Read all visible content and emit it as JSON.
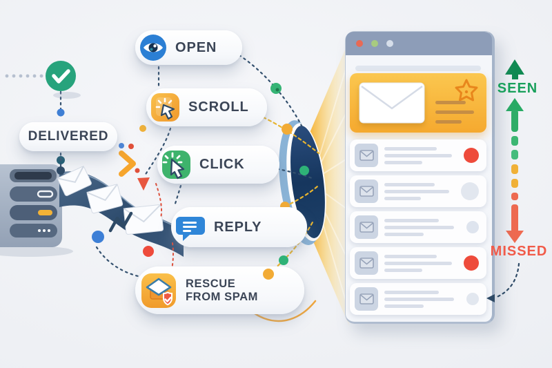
{
  "title": "Email deliverability funnel illustration",
  "pipeline": {
    "delivered_label": "DELIVERED",
    "actions": [
      "OPEN",
      "SCROLL",
      "CLICK",
      "REPLY",
      "RESCUE FROM SPAM"
    ]
  },
  "pills": {
    "delivered": "DELIVERED",
    "open": "OPEN",
    "scroll": "SCROLL",
    "click": "CLICK",
    "reply": "REPLY",
    "rescue_line1": "RESCUE",
    "rescue_line2": "FROM SPAM"
  },
  "scale": {
    "seen": "SEEN",
    "missed": "MISSED"
  },
  "icons": {
    "check-circle-icon": "green circle with white checkmark",
    "eye-icon": "blue circle with white eye (open)",
    "scroll-cursor-icon": "orange page with white cursor (scroll)",
    "click-cursor-icon": "green square with clicking cursor",
    "reply-bubble-icon": "blue speech bubble with text lines",
    "rescue-spam-icon": "orange box with open lid and heart shield badge",
    "star-icon": "outlined star on highlighted email",
    "envelope-icon": "mail envelope",
    "funnel-icon": "dark portal ellipse with light beam",
    "server-icon": "mail server with slots"
  },
  "window": {
    "traffic_dots": [
      "#e86a55",
      "#a8cb80",
      "#d6deea"
    ],
    "featured": {
      "highlight_color": "#f6ad33",
      "has_star": true
    }
  },
  "inbox": {
    "rows": [
      {
        "indicator_color": "#ee4b3b",
        "indicator_size": 22
      },
      {
        "indicator_color": "#e2e7ef",
        "indicator_size": 26
      },
      {
        "indicator_color": "#dee4ee",
        "indicator_size": 18
      },
      {
        "indicator_color": "#ee4b3b",
        "indicator_size": 22
      },
      {
        "indicator_color": "#e2e7ef",
        "indicator_size": 18
      }
    ]
  },
  "palette": {
    "background": "#eef0f4",
    "text": "#3b4556",
    "green": "#2aa57e",
    "blue": "#2b7fd4",
    "orange": "#f5a62f",
    "yellow": "#f2b237",
    "red": "#ee4b3b",
    "navy": "#2e4a66",
    "seen_green": "#18a05b",
    "missed_red": "#f15b49"
  }
}
